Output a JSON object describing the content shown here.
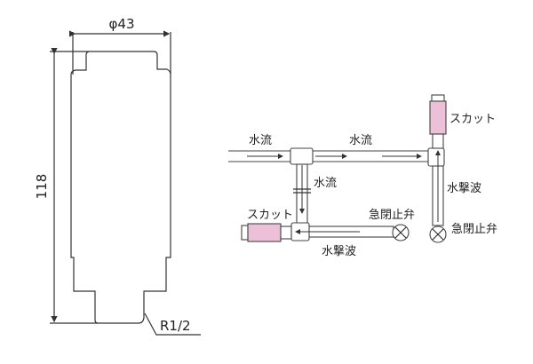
{
  "dimensions": {
    "diameter": "φ43",
    "height": "118",
    "thread": "R1/2"
  },
  "diagram_labels": {
    "flow_1": "水流",
    "flow_2": "水流",
    "flow_3": "水流",
    "skat_top": "スカット",
    "skat_left": "スカット",
    "water_hammer_right": "水撃波",
    "water_hammer_bottom": "水撃波",
    "quick_valve_left": "急閉止弁",
    "quick_valve_right": "急閉止弁"
  },
  "colors": {
    "skat_fill": "#ecc0d8"
  }
}
